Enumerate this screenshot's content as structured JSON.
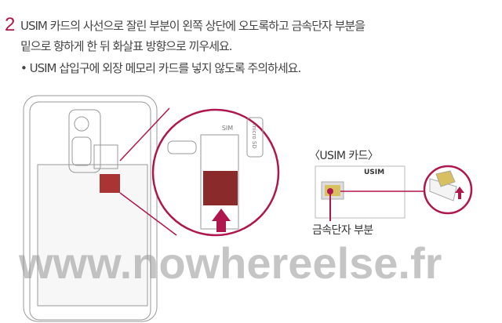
{
  "step": {
    "number": "2",
    "line1": "USIM 카드의 사선으로 잘린 부분이 왼쪽 상단에 오도록하고 금속단자 부분을",
    "line2": "밑으로 향하게 한 뒤 화살표 방향으로 끼우세요.",
    "note": "• USIM 삽입구에 외장 메모리 카드를 넣지 않도록 주의하세요."
  },
  "figure": {
    "card_title": "〈USIM 카드〉",
    "card_label": "USIM",
    "contact_label": "금속단자 부분",
    "slot_sim": "SIM",
    "slot_sd": "micro SD",
    "accent": "#b0164e"
  },
  "watermark": "www.nowhereelse.fr"
}
